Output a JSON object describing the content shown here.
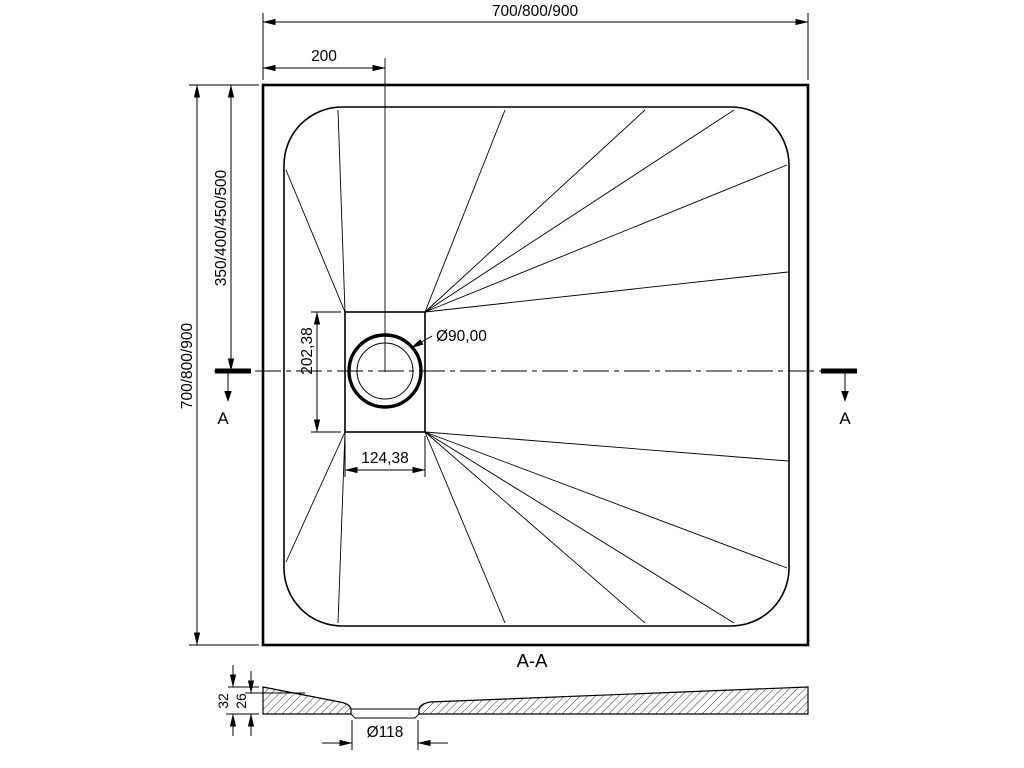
{
  "top_view": {
    "dim_overall_width": "700/800/900",
    "dim_overall_height": "700/800/900",
    "dim_drain_offset_x": "200",
    "dim_drain_offset_y": "350/400/450/500",
    "dim_drain_center_y": "202,38",
    "dim_drain_center_x": "124,38",
    "dim_drain_diameter": "Ø90,00",
    "section_marker": "A"
  },
  "section_view": {
    "title": "A-A",
    "dim_tray_height": "32",
    "dim_basin_depth": "26",
    "dim_drain_hole_diameter": "Ø118"
  },
  "colors": {
    "line": "#000000",
    "background": "#ffffff"
  }
}
